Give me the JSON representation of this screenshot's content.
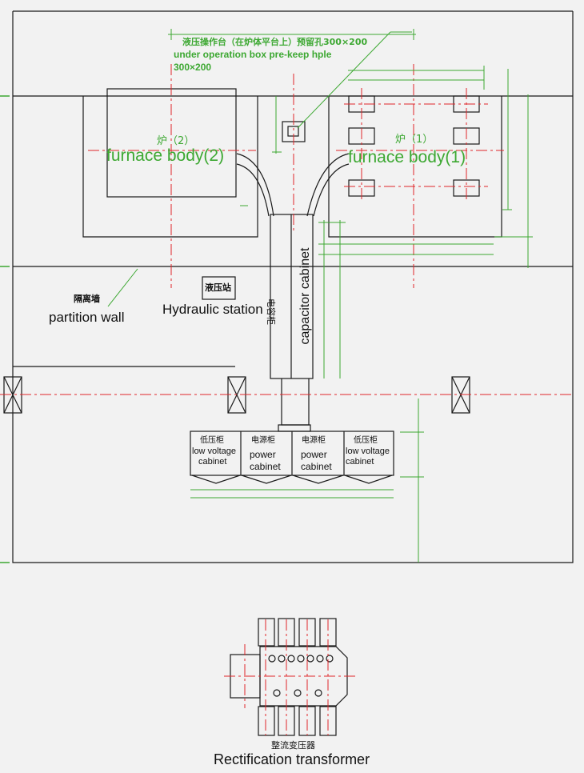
{
  "colors": {
    "background": "#f2f2f2",
    "outline": "#1a1a1a",
    "centerline": "#e0262a",
    "dimension": "#3da832"
  },
  "labels": {
    "operation_box_cn": "液压操作台（在炉体平台上）预留孔300×200",
    "operation_box_en_1": "under operation box pre-keep hple",
    "operation_box_en_2": "300×200",
    "furnace2_cn": "炉（2）",
    "furnace2_en": "furnace body(2)",
    "furnace1_cn": "炉（1）",
    "furnace1_en": "furnace body(1)",
    "partition_cn": "隔离墙",
    "partition_en": "partition wall",
    "hydraulic_cn": "液压站",
    "hydraulic_en": "Hydraulic station",
    "capacitor_cn": "电容柜",
    "capacitor_en": "capacitor cabinet",
    "transformer_cn": "整流变压器",
    "transformer_en": "Rectification transformer"
  },
  "cabinets": [
    {
      "cn": "低压柜",
      "en1": "low voltage",
      "en2": "cabinet"
    },
    {
      "cn": "电源柜",
      "en1": "power",
      "en2": "cabinet"
    },
    {
      "cn": "电源柜",
      "en1": "power",
      "en2": "cabinet"
    },
    {
      "cn": "低压柜",
      "en1": "low voltage",
      "en2": "cabinet"
    }
  ]
}
